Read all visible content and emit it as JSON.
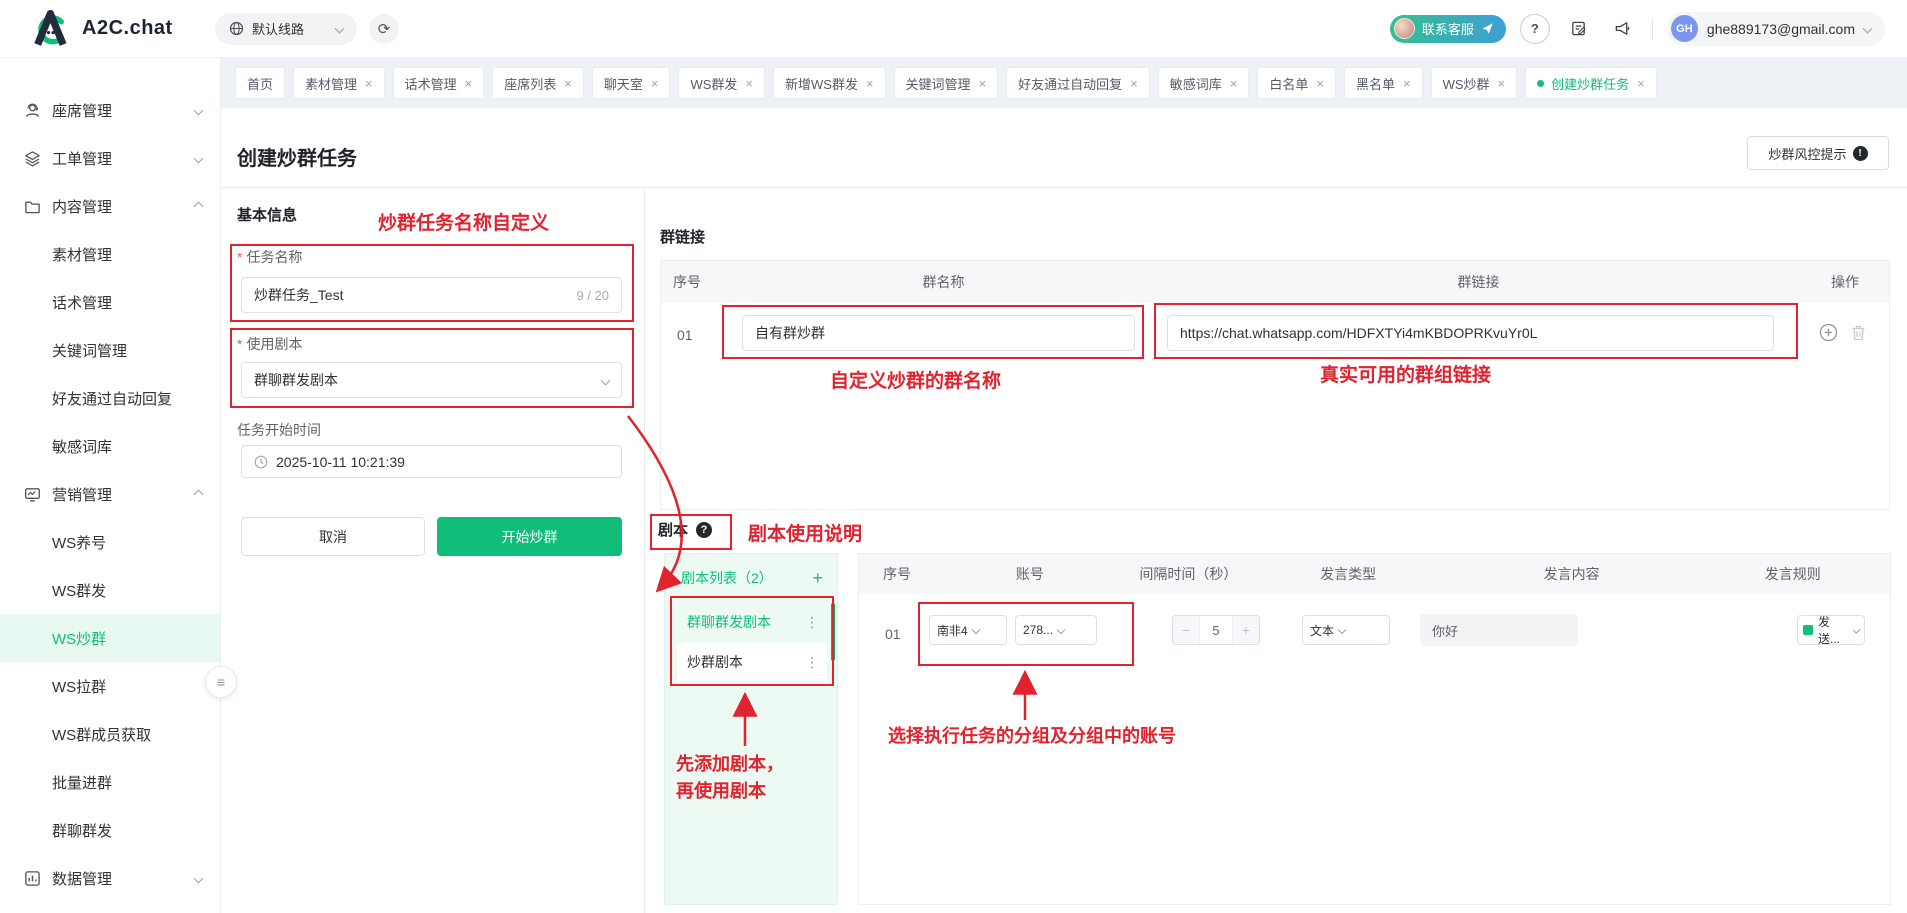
{
  "brand": {
    "name": "A2C.chat"
  },
  "topbar": {
    "route": "默认线路",
    "contact": "联系客服",
    "email": "ghe889173@gmail.com",
    "initials": "GH"
  },
  "icons": {
    "close": "×",
    "refresh": "⟳",
    "dots_v": "⋮",
    "question": "?",
    "exclamation": "!",
    "plus": "+",
    "minus": "−",
    "help": "?",
    "collapse": "≡"
  },
  "tabs": [
    {
      "label": "首页"
    },
    {
      "label": "素材管理"
    },
    {
      "label": "话术管理"
    },
    {
      "label": "座席列表"
    },
    {
      "label": "聊天室"
    },
    {
      "label": "WS群发"
    },
    {
      "label": "新增WS群发"
    },
    {
      "label": "关键词管理"
    },
    {
      "label": "好友通过自动回复"
    },
    {
      "label": "敏感词库"
    },
    {
      "label": "白名单"
    },
    {
      "label": "黑名单"
    },
    {
      "label": "WS炒群"
    },
    {
      "label": "创建炒群任务"
    }
  ],
  "sidebar": {
    "items": [
      {
        "label": "座席管理"
      },
      {
        "label": "工单管理"
      },
      {
        "label": "内容管理"
      },
      {
        "label": "素材管理"
      },
      {
        "label": "话术管理"
      },
      {
        "label": "关键词管理"
      },
      {
        "label": "好友通过自动回复"
      },
      {
        "label": "敏感词库"
      },
      {
        "label": "营销管理"
      },
      {
        "label": "WS养号"
      },
      {
        "label": "WS群发"
      },
      {
        "label": "WS炒群"
      },
      {
        "label": "WS拉群"
      },
      {
        "label": "WS群成员获取"
      },
      {
        "label": "批量进群"
      },
      {
        "label": "群聊群发"
      },
      {
        "label": "数据管理"
      }
    ]
  },
  "page": {
    "title": "创建炒群任务",
    "risk_button": "炒群风控提示"
  },
  "form": {
    "section_title": "基本信息",
    "task_name": {
      "label": "任务名称",
      "value": "炒群任务_Test",
      "counter": "9 / 20"
    },
    "use_script": {
      "label": "使用剧本",
      "value": "群聊群发剧本"
    },
    "start_time": {
      "label": "任务开始时间",
      "value": "2025-10-11 10:21:39"
    },
    "cancel": "取消",
    "submit": "开始炒群"
  },
  "group_links": {
    "title": "群链接",
    "headers": [
      "序号",
      "群名称",
      "群链接",
      "操作"
    ],
    "row": {
      "index": "01",
      "name": "自有群炒群",
      "link": "https://chat.whatsapp.com/HDFXTYi4mKBDOPRKvuYr0L"
    }
  },
  "script": {
    "title": "剧本",
    "list_title": "剧本列表（2）",
    "items": [
      {
        "label": "群聊群发剧本"
      },
      {
        "label": "炒群剧本"
      }
    ],
    "headers": [
      "序号",
      "账号",
      "间隔时间（秒）",
      "发言类型",
      "发言内容",
      "发言规则"
    ],
    "row": {
      "index": "01",
      "group": "南非4",
      "account": "278...",
      "interval": "5",
      "type": "文本",
      "content": "你好",
      "rule": "发送..."
    }
  },
  "annotations": {
    "task_name": "炒群任务名称自定义",
    "group_name": "自定义炒群的群名称",
    "group_link": "真实可用的群组链接",
    "script_help": "剧本使用说明",
    "add_script_1": "先添加剧本，",
    "add_script_2": "再使用剧本",
    "select_account": "选择执行任务的分组及分组中的账号"
  },
  "colors": {
    "primary": "#10bd79",
    "annotation": "#e0232e"
  }
}
